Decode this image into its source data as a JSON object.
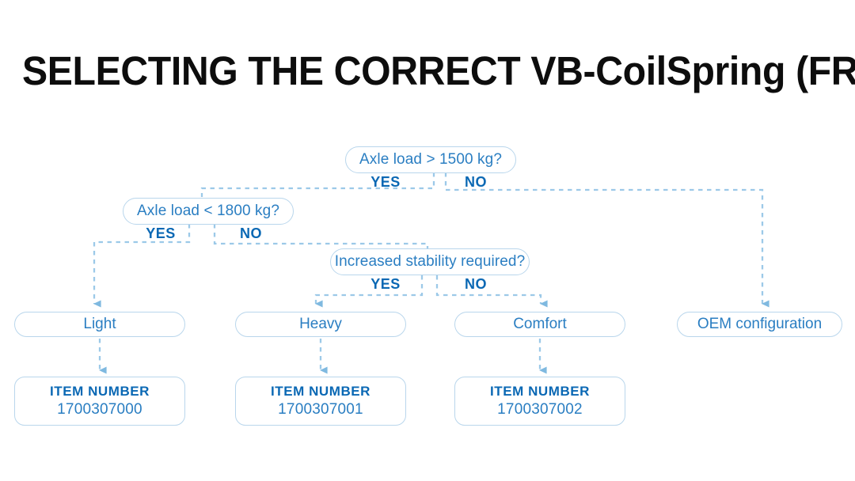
{
  "page": {
    "title": "SELECTING THE CORRECT VB-CoilSpring (FRONT AXLE)",
    "background": "#ffffff"
  },
  "colors": {
    "title_text": "#0d0d0d",
    "node_border": "#b9d6ec",
    "node_text": "#2a7ec2",
    "branch_label": "#0a68b4",
    "item_title": "#0a68b4",
    "item_value": "#2a7ec2",
    "connector": "#9cc9e8",
    "arrow": "#7fb9e0"
  },
  "chart_data": {
    "type": "flowchart",
    "title": "SELECTING THE CORRECT VB-CoilSpring (FRONT AXLE)",
    "orientation": "top-down",
    "line_style": "dashed",
    "nodes": [
      {
        "id": "d1",
        "kind": "decision",
        "label": "Axle load > 1500 kg?"
      },
      {
        "id": "d2",
        "kind": "decision",
        "label": "Axle load < 1800 kg?"
      },
      {
        "id": "d3",
        "kind": "decision",
        "label": "Increased stability required?"
      },
      {
        "id": "r1",
        "kind": "result",
        "label": "Light"
      },
      {
        "id": "r2",
        "kind": "result",
        "label": "Heavy"
      },
      {
        "id": "r3",
        "kind": "result",
        "label": "Comfort"
      },
      {
        "id": "r4",
        "kind": "result",
        "label": "OEM configuration"
      },
      {
        "id": "i1",
        "kind": "item",
        "title": "ITEM NUMBER",
        "value": "1700307000"
      },
      {
        "id": "i2",
        "kind": "item",
        "title": "ITEM NUMBER",
        "value": "1700307001"
      },
      {
        "id": "i3",
        "kind": "item",
        "title": "ITEM NUMBER",
        "value": "1700307002"
      }
    ],
    "edges": [
      {
        "from": "d1",
        "to": "d2",
        "label": "YES"
      },
      {
        "from": "d1",
        "to": "r4",
        "label": "NO"
      },
      {
        "from": "d2",
        "to": "r1",
        "label": "YES"
      },
      {
        "from": "d2",
        "to": "d3",
        "label": "NO"
      },
      {
        "from": "d3",
        "to": "r2",
        "label": "YES"
      },
      {
        "from": "d3",
        "to": "r3",
        "label": "NO"
      },
      {
        "from": "r1",
        "to": "i1",
        "label": ""
      },
      {
        "from": "r2",
        "to": "i2",
        "label": ""
      },
      {
        "from": "r3",
        "to": "i3",
        "label": ""
      }
    ]
  },
  "decisions": [
    {
      "label": "Axle load > 1500 kg?",
      "yes": "YES",
      "no": "NO"
    },
    {
      "label": "Axle load < 1800 kg?",
      "yes": "YES",
      "no": "NO"
    },
    {
      "label": "Increased stability required?",
      "yes": "YES",
      "no": "NO"
    }
  ],
  "results": [
    {
      "label": "Light"
    },
    {
      "label": "Heavy"
    },
    {
      "label": "Comfort"
    },
    {
      "label": "OEM configuration"
    }
  ],
  "items": [
    {
      "title": "ITEM NUMBER",
      "value": "1700307000"
    },
    {
      "title": "ITEM NUMBER",
      "value": "1700307001"
    },
    {
      "title": "ITEM NUMBER",
      "value": "1700307002"
    }
  ]
}
